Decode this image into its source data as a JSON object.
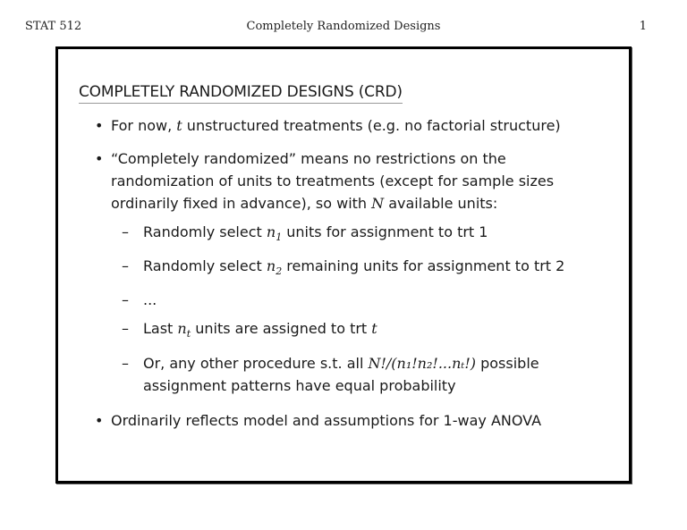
{
  "header": {
    "course": "STAT 512",
    "title": "Completely Randomized Designs",
    "page": "1"
  },
  "slide": {
    "title": "COMPLETELY RANDOMIZED DESIGNS (CRD)",
    "bullets": [
      {
        "parts": [
          "For now, ",
          "t",
          " unstructured treatments (e.g.  no factorial structure)"
        ]
      },
      {
        "lines": [
          "“Completely randomized” means no restrictions on the",
          "randomization of units to treatments (except for sample sizes",
          "ordinarily fixed in advance), so with "
        ],
        "var": "N",
        "tail": " available units:"
      },
      {
        "text": "Ordinarily reflects model and assumptions for 1-way ANOVA"
      }
    ],
    "subitems": [
      {
        "pre": "Randomly select ",
        "var": "n",
        "subscript": "1",
        "post": " units for assignment to trt 1"
      },
      {
        "pre": "Randomly select ",
        "var": "n",
        "subscript": "2",
        "post": " remaining units for assignment to trt 2"
      },
      {
        "text": "..."
      },
      {
        "pre": "Last ",
        "var": "n",
        "subscript": "t",
        "post": " units are assigned to trt ",
        "end_var": "t"
      },
      {
        "pre": "Or, any other procedure s.t. all ",
        "formula": "N!/(n₁!n₂!...nₜ!)",
        "post": " possible",
        "line2": "assignment patterns have equal probability"
      }
    ],
    "bullet_glyph": "•",
    "dash_glyph": "–"
  }
}
